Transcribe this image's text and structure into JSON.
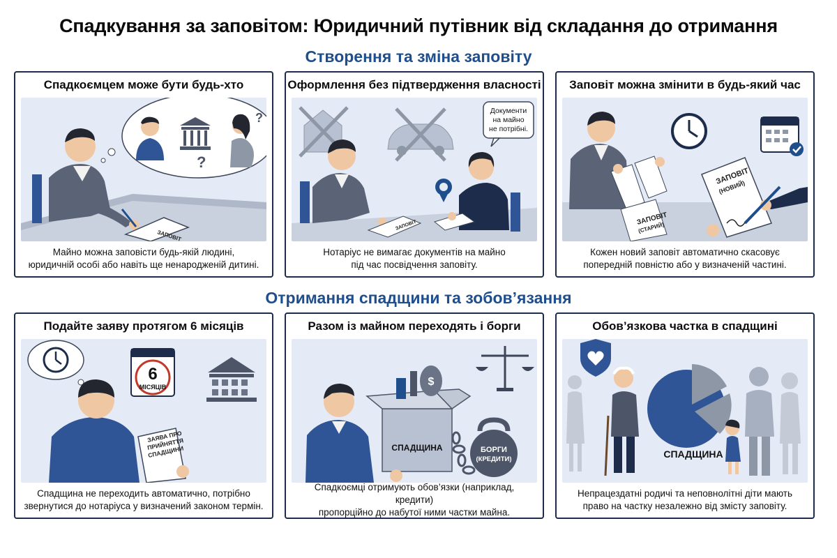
{
  "title": "Спадкування за заповітом: Юридичний путівник від складання до отримання",
  "section1": {
    "title": "Створення та зміна заповіту",
    "cards": [
      {
        "title": "Спадкоємцем може бути будь-хто",
        "caption_line1": "Майно можна заповісти будь-якій людині,",
        "caption_line2": "юридичній особі або навіть ще ненародженій дитині.",
        "doc_label": "ЗАПОВІТ"
      },
      {
        "title": "Оформлення без підтвердження власності",
        "caption_line1": "Нотаріус не вимагає документів на майно",
        "caption_line2": "під час посвідчення заповіту.",
        "bubble_line1": "Документи",
        "bubble_line2": "на майно",
        "bubble_line3": "не потрібні.",
        "doc_label": "ЗАПОВІТ"
      },
      {
        "title": "Заповіт можна змінити в будь-який час",
        "caption_line1": "Кожен новий заповіт автоматично скасовує",
        "caption_line2": "попередній повністю або у визначеній частині.",
        "old_doc_line1": "ЗАПОВІТ",
        "old_doc_line2": "(СТАРИЙ)",
        "new_doc_line1": "ЗАПОВІТ",
        "new_doc_line2": "(НОВИЙ)"
      }
    ]
  },
  "section2": {
    "title": "Отримання спадщини та зобов’язання",
    "cards": [
      {
        "title": "Подайте заяву протягом 6 місяців",
        "caption_line1": "Спадщина не переходить автоматично, потрібно",
        "caption_line2": "звернутися до нотаріуса у визначений законом термін.",
        "calendar_number": "6",
        "calendar_word": "МІСЯЦІВ",
        "form_line1": "ЗАЯВА ПРО",
        "form_line2": "ПРИЙНЯТТЯ",
        "form_line3": "СПАДЩИНИ"
      },
      {
        "title": "Разом із майном переходять і борги",
        "caption_line1": "Спадкоємці отримують обов’язки (наприклад, кредити)",
        "caption_line2": "пропорційно до набутої ними частки майна.",
        "box_label": "СПАДЩИНА",
        "weight_line1": "БОРГИ",
        "weight_line2": "(КРЕДИТИ)"
      },
      {
        "title": "Обов’язкова частка в спадщині",
        "caption_line1": "Непрацездатні родичі та неповнолітні діти мають",
        "caption_line2": "право на частку незалежно від змісту заповіту.",
        "pie_label": "СПАДЩИНА"
      }
    ]
  },
  "colors": {
    "navy": "#1c2c4a",
    "accent_blue": "#1f4e8c",
    "panel_bg": "#e5ebf6",
    "suit_blue": "#2f5597",
    "gray": "#8e97a6"
  }
}
